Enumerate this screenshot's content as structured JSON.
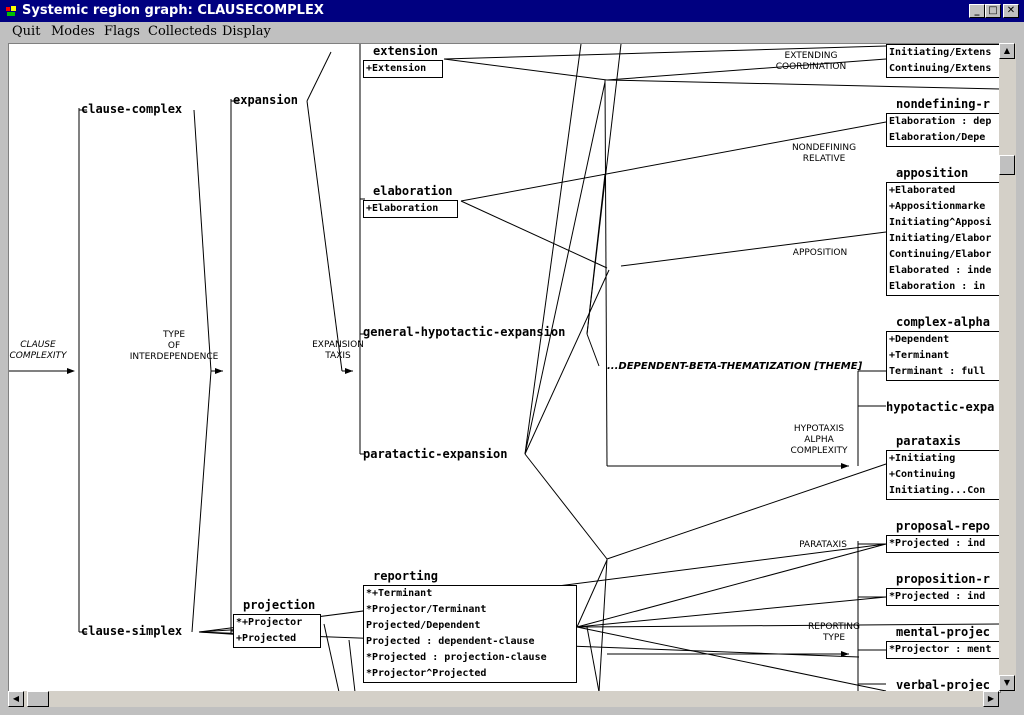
{
  "window": {
    "title": "Systemic region graph: CLAUSECOMPLEX"
  },
  "menu": [
    "Quit",
    "Modes",
    "Flags",
    "Collecteds",
    "Display"
  ],
  "nodes": {
    "clause_complex": "clause-complex",
    "clause_simplex": "clause-simplex",
    "expansion": "expansion",
    "projection": "projection",
    "extension": "extension",
    "elaboration": "elaboration",
    "general_hypotactic_expansion": "general-hypotactic-expansion",
    "paratactic_expansion": "paratactic-expansion",
    "reporting": "reporting",
    "nondefining_r": "nondefining-r",
    "apposition": "apposition",
    "complex_alpha": "complex-alpha",
    "hypotactic_expa": "hypotactic-expa",
    "parataxis": "parataxis",
    "proposal_repo": "proposal-repo",
    "proposition_r": "proposition-r",
    "mental_projec": "mental-projec",
    "verbal_projec": "verbal-projec"
  },
  "boxes": {
    "extension": [
      "+Extension"
    ],
    "elaboration": [
      "+Elaboration"
    ],
    "projection": [
      "*+Projector",
      "+Projected"
    ],
    "reporting": [
      "*+Terminant",
      "*Projector/Terminant",
      "Projected/Dependent",
      "Projected : dependent-clause",
      "*Projected : projection-clause",
      "*Projector^Projected"
    ],
    "extending_right": [
      "Initiating/Extens",
      "Continuing/Extens"
    ],
    "nondefining": [
      "Elaboration : dep",
      "Elaboration/Depe"
    ],
    "apposition": [
      "+Elaborated",
      "+Appositionmarke",
      "Initiating^Apposi",
      "Initiating/Elabor",
      "Continuing/Elabor",
      "Elaborated : inde",
      "Elaboration : in"
    ],
    "complex_alpha": [
      "+Dependent",
      "+Terminant",
      "Terminant : full"
    ],
    "parataxis": [
      "+Initiating",
      "+Continuing",
      "Initiating...Con"
    ],
    "proposal": [
      "*Projected : ind"
    ],
    "proposition": [
      "*Projected : ind"
    ],
    "mental": [
      "*Projector : ment"
    ]
  },
  "systems": {
    "clause_complexity": [
      "CLAUSE",
      "COMPLEXITY"
    ],
    "type_interdependence": [
      "TYPE",
      "OF",
      "INTERDEPENDENCE"
    ],
    "expansion_taxis": [
      "EXPANSION",
      "TAXIS"
    ],
    "extending_coordination": [
      "EXTENDING",
      "COORDINATION"
    ],
    "nondefining_relative": [
      "NONDEFINING",
      "RELATIVE"
    ],
    "apposition": [
      "APPOSITION"
    ],
    "hypotaxis_alpha_complexity": [
      "HYPOTAXIS",
      "ALPHA",
      "COMPLEXITY"
    ],
    "parataxis": [
      "PARATAXIS"
    ],
    "reporting_type": [
      "REPORTING",
      "TYPE"
    ]
  },
  "gate": "...DEPENDENT-BETA-THEMATIZATION [THEME]"
}
